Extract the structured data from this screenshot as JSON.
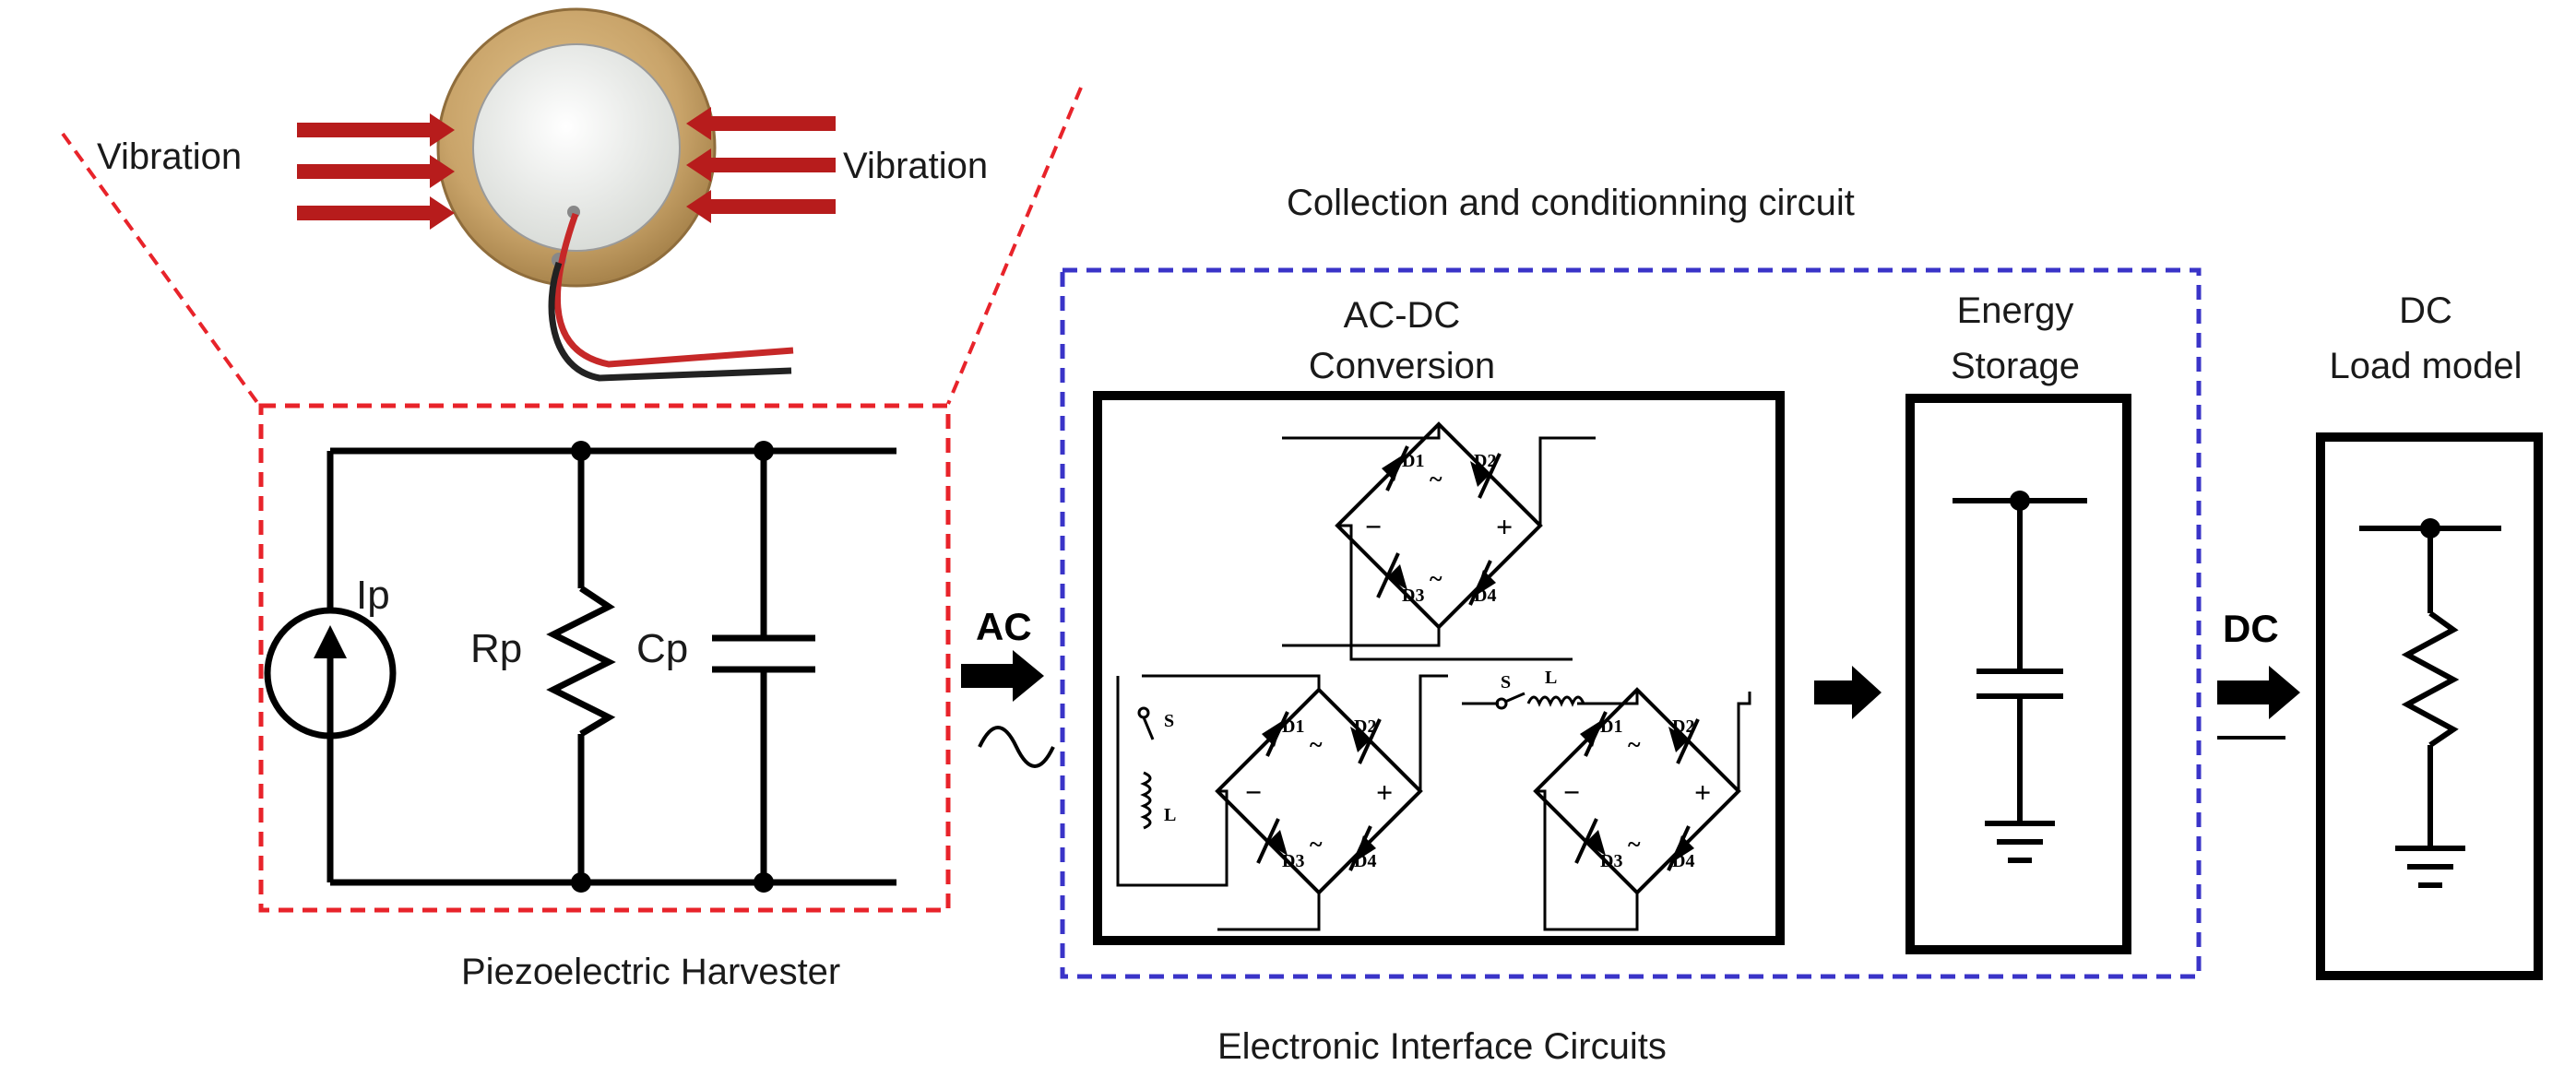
{
  "labels": {
    "vibration_left": "Vibration",
    "vibration_right": "Vibration",
    "collection_title": "Collection and conditionning circuit",
    "acdc_line1": "AC-DC",
    "acdc_line2": "Conversion",
    "storage_line1": "Energy",
    "storage_line2": "Storage",
    "dc_line1": "DC",
    "dc_line2": "Load model",
    "ip": "Ip",
    "rp": "Rp",
    "cp": "Cp",
    "ac": "AC",
    "dc": "DC",
    "ac_symbol": "~",
    "harvester_caption": "Piezoelectric Harvester",
    "interface_caption": "Electronic Interface Circuits"
  },
  "bridge_labels": {
    "d1": "D1",
    "d2": "D2",
    "d3": "D3",
    "d4": "D4",
    "plus": "+",
    "minus": "−",
    "tilde": "~",
    "switch": "S",
    "inductor": "L"
  },
  "colors": {
    "harvester_border": "#e8232a",
    "interface_border": "#3a34c8",
    "vibration_arrow": "#b71c1c",
    "disc_brass": "#c9a46a",
    "disc_center": "#eef0ee",
    "wire_red": "#c62828",
    "wire_black": "#222222"
  }
}
